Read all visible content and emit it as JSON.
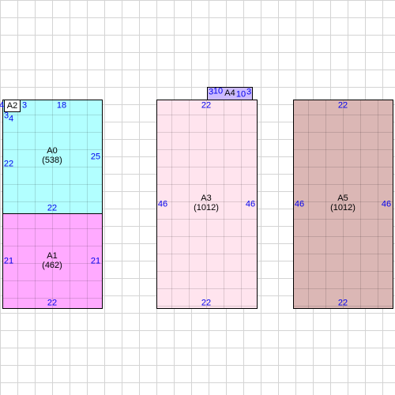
{
  "rooms": [
    {
      "name": "A0",
      "area": "(538)",
      "color": "#b2ffff",
      "dims": {
        "top": "18",
        "bottom": "22",
        "left": "22",
        "right": "25"
      }
    },
    {
      "name": "A1",
      "area": "(462)",
      "color": "#ffaaff",
      "dims": {
        "top": "22",
        "bottom": "22",
        "left": "21",
        "right": "21"
      }
    },
    {
      "name": "A3",
      "area": "(1012)",
      "color": "#ffe4ee",
      "dims": {
        "top": "22",
        "bottom": "22",
        "left": "46",
        "right": "46"
      }
    },
    {
      "name": "A5",
      "area": "(1012)",
      "color": "#dbb7b5",
      "dims": {
        "top": "22",
        "bottom": "22",
        "left": "46",
        "right": "46"
      }
    }
  ],
  "small_rooms": [
    {
      "name": "A2",
      "color": "#ffffff",
      "dims": {
        "left": "4",
        "right": "3",
        "bottom_a": "3",
        "bottom_b": "4"
      }
    },
    {
      "name": "A4",
      "color": "#ccbbff",
      "dims": {
        "left": "3",
        "left_b": "10",
        "right": "10",
        "right_b": "3"
      }
    }
  ]
}
